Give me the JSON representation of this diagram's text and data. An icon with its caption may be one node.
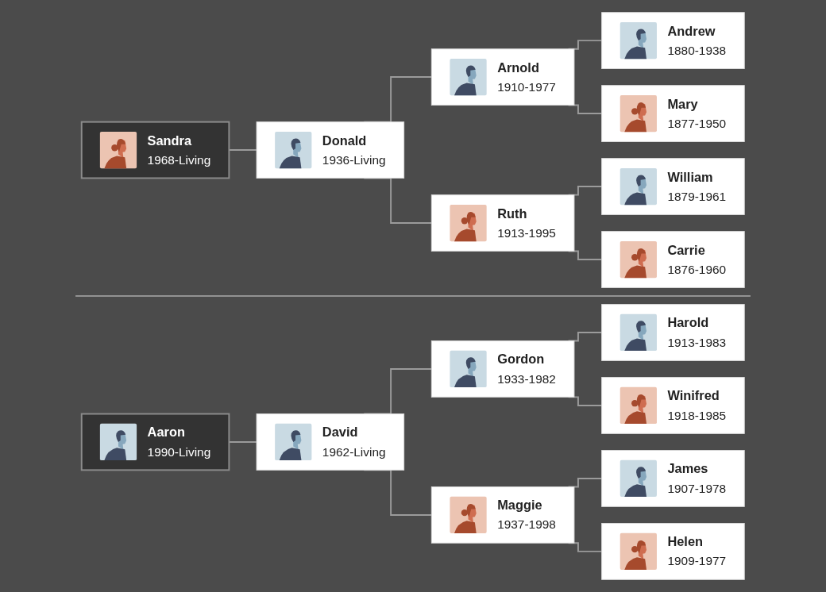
{
  "diagram": {
    "nodes": [
      {
        "text": [
          "Sandra",
          "1968-Living"
        ]
      },
      {
        "text": [
          "Donald",
          "1936-Living"
        ]
      },
      {
        "text": [
          "Arnold",
          "1910-1977"
        ]
      },
      {
        "text": [
          "Ruth",
          "1913-1995"
        ]
      },
      {
        "text": [
          "Andrew",
          "1880-1938"
        ]
      },
      {
        "text": [
          "Mary",
          "1877-1950"
        ]
      },
      {
        "text": [
          "William",
          "1879-1961"
        ]
      },
      {
        "text": [
          "Carrie",
          "1876-1960"
        ]
      },
      {
        "text": [
          "Aaron",
          "1990-Living"
        ]
      },
      {
        "text": [
          "David",
          "1962-Living"
        ]
      },
      {
        "text": [
          "Gordon",
          "1933-1982"
        ]
      },
      {
        "text": [
          "Maggie",
          "1937-1998"
        ]
      },
      {
        "text": [
          "Harold",
          "1913-1983"
        ]
      },
      {
        "text": [
          "Winifred",
          "1918-1985"
        ]
      },
      {
        "text": [
          "James",
          "1907-1978"
        ]
      },
      {
        "text": [
          "Helen",
          "1909-1977"
        ]
      }
    ],
    "edges": [
      {
        "from": 0,
        "to": 1,
        "arrow": "none"
      },
      {
        "from": 1,
        "to": 2,
        "arrow": "none"
      },
      {
        "from": 1,
        "to": 3,
        "arrow": "none"
      },
      {
        "from": 2,
        "to": 4,
        "arrow": "none"
      },
      {
        "from": 2,
        "to": 5,
        "arrow": "none"
      },
      {
        "from": 3,
        "to": 6,
        "arrow": "none"
      },
      {
        "from": 3,
        "to": 7,
        "arrow": "none"
      },
      {
        "from": 8,
        "to": 9,
        "arrow": "none"
      },
      {
        "from": 9,
        "to": 10,
        "arrow": "none"
      },
      {
        "from": 9,
        "to": 11,
        "arrow": "none"
      },
      {
        "from": 10,
        "to": 12,
        "arrow": "none"
      },
      {
        "from": 10,
        "to": 13,
        "arrow": "none"
      },
      {
        "from": 11,
        "to": 14,
        "arrow": "none"
      },
      {
        "from": 11,
        "to": 15,
        "arrow": "none"
      }
    ]
  }
}
